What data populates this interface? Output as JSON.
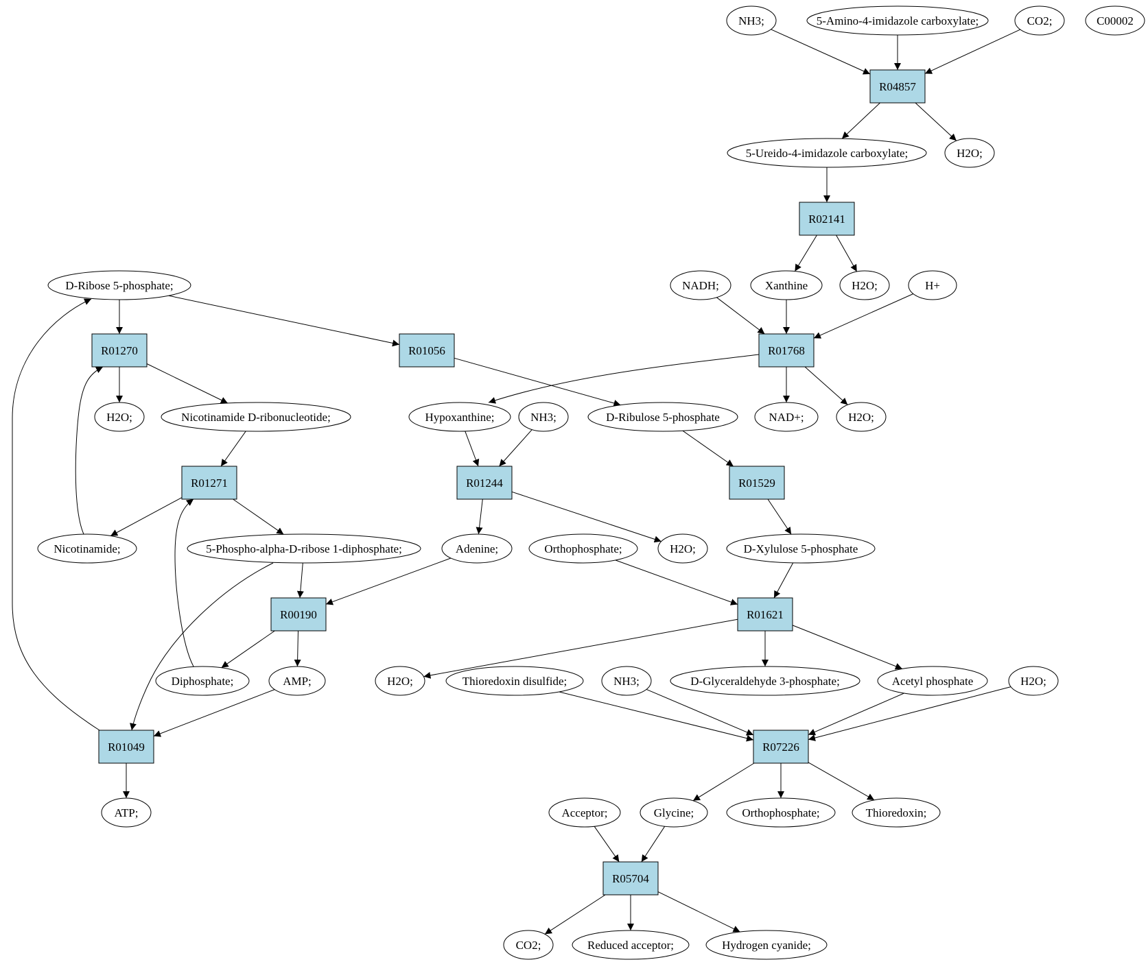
{
  "graph": {
    "colors": {
      "reaction_fill": "#add8e6",
      "source_highlight": "#00ee00",
      "target_highlight": "#ffff00",
      "compound_fill": "#ffffff"
    },
    "reactions": [
      {
        "id": "r04857",
        "label": "R04857"
      },
      {
        "id": "r02141",
        "label": "R02141"
      },
      {
        "id": "r01768",
        "label": "R01768"
      },
      {
        "id": "r01270",
        "label": "R01270"
      },
      {
        "id": "r01056",
        "label": "R01056"
      },
      {
        "id": "r01271",
        "label": "R01271"
      },
      {
        "id": "r01244",
        "label": "R01244"
      },
      {
        "id": "r01529",
        "label": "R01529"
      },
      {
        "id": "r00190",
        "label": "R00190"
      },
      {
        "id": "r01621",
        "label": "R01621"
      },
      {
        "id": "r01049",
        "label": "R01049"
      },
      {
        "id": "r07226",
        "label": "R07226"
      },
      {
        "id": "r05704",
        "label": "R05704"
      }
    ],
    "compounds": [
      {
        "id": "c_nh3_a",
        "label": "NH3;"
      },
      {
        "id": "c_aic",
        "label": "5-Amino-4-imidazole carboxylate;"
      },
      {
        "id": "c_co2_a",
        "label": "CO2;"
      },
      {
        "id": "c_c00002",
        "label": "C00002",
        "highlight": "target"
      },
      {
        "id": "c_uic",
        "label": "5-Ureido-4-imidazole carboxylate;"
      },
      {
        "id": "c_h2o_a",
        "label": "H2O;"
      },
      {
        "id": "c_r5p",
        "label": "D-Ribose 5-phosphate;",
        "highlight": "source"
      },
      {
        "id": "c_nadh",
        "label": "NADH;"
      },
      {
        "id": "c_xanthine",
        "label": "Xanthine"
      },
      {
        "id": "c_h2o_b",
        "label": "H2O;"
      },
      {
        "id": "c_hplus",
        "label": "H+"
      },
      {
        "id": "c_h2o_c",
        "label": "H2O;"
      },
      {
        "id": "c_nmn",
        "label": "Nicotinamide D-ribonucleotide;"
      },
      {
        "id": "c_hypoxanthine",
        "label": "Hypoxanthine;"
      },
      {
        "id": "c_nh3_b",
        "label": "NH3;"
      },
      {
        "id": "c_ru5p",
        "label": "D-Ribulose 5-phosphate"
      },
      {
        "id": "c_nad",
        "label": "NAD+;"
      },
      {
        "id": "c_h2o_d",
        "label": "H2O;"
      },
      {
        "id": "c_nicotinamide",
        "label": "Nicotinamide;"
      },
      {
        "id": "c_prpp",
        "label": "5-Phospho-alpha-D-ribose 1-diphosphate;"
      },
      {
        "id": "c_adenine",
        "label": "Adenine;"
      },
      {
        "id": "c_pi_a",
        "label": "Orthophosphate;"
      },
      {
        "id": "c_h2o_e",
        "label": "H2O;"
      },
      {
        "id": "c_xu5p",
        "label": "D-Xylulose 5-phosphate"
      },
      {
        "id": "c_ppi",
        "label": "Diphosphate;"
      },
      {
        "id": "c_amp",
        "label": "AMP;"
      },
      {
        "id": "c_h2o_f",
        "label": "H2O;"
      },
      {
        "id": "c_trx_ss",
        "label": "Thioredoxin disulfide;"
      },
      {
        "id": "c_nh3_c",
        "label": "NH3;"
      },
      {
        "id": "c_g3p",
        "label": "D-Glyceraldehyde 3-phosphate;"
      },
      {
        "id": "c_acp",
        "label": "Acetyl phosphate"
      },
      {
        "id": "c_h2o_g",
        "label": "H2O;"
      },
      {
        "id": "c_atp",
        "label": "ATP;"
      },
      {
        "id": "c_acceptor",
        "label": "Acceptor;"
      },
      {
        "id": "c_glycine",
        "label": "Glycine;"
      },
      {
        "id": "c_pi_b",
        "label": "Orthophosphate;"
      },
      {
        "id": "c_trx",
        "label": "Thioredoxin;"
      },
      {
        "id": "c_co2_b",
        "label": "CO2;"
      },
      {
        "id": "c_reduced_acceptor",
        "label": "Reduced acceptor;"
      },
      {
        "id": "c_hcn",
        "label": "Hydrogen cyanide;"
      }
    ],
    "edges": [
      [
        "c_nh3_a",
        "r04857"
      ],
      [
        "c_aic",
        "r04857"
      ],
      [
        "c_co2_a",
        "r04857"
      ],
      [
        "r04857",
        "c_uic"
      ],
      [
        "r04857",
        "c_h2o_a"
      ],
      [
        "c_uic",
        "r02141"
      ],
      [
        "r02141",
        "c_xanthine"
      ],
      [
        "r02141",
        "c_h2o_b"
      ],
      [
        "c_nadh",
        "r01768"
      ],
      [
        "c_xanthine",
        "r01768"
      ],
      [
        "c_hplus",
        "r01768"
      ],
      [
        "r01768",
        "c_hypoxanthine"
      ],
      [
        "r01768",
        "c_nad"
      ],
      [
        "r01768",
        "c_h2o_d"
      ],
      [
        "c_r5p",
        "r01270"
      ],
      [
        "c_r5p",
        "r01056"
      ],
      [
        "r01270",
        "c_h2o_c"
      ],
      [
        "r01270",
        "c_nmn"
      ],
      [
        "c_nicotinamide",
        "r01270"
      ],
      [
        "r01056",
        "c_ru5p"
      ],
      [
        "c_nmn",
        "r01271"
      ],
      [
        "r01271",
        "c_nicotinamide"
      ],
      [
        "r01271",
        "c_prpp"
      ],
      [
        "c_ppi",
        "r01271"
      ],
      [
        "c_hypoxanthine",
        "r01244"
      ],
      [
        "c_nh3_b",
        "r01244"
      ],
      [
        "r01244",
        "c_adenine"
      ],
      [
        "r01244",
        "c_h2o_e"
      ],
      [
        "c_ru5p",
        "r01529"
      ],
      [
        "r01529",
        "c_xu5p"
      ],
      [
        "c_prpp",
        "r00190"
      ],
      [
        "c_adenine",
        "r00190"
      ],
      [
        "r00190",
        "c_ppi"
      ],
      [
        "r00190",
        "c_amp"
      ],
      [
        "c_prpp",
        "r01049"
      ],
      [
        "c_amp",
        "r01049"
      ],
      [
        "r01049",
        "c_atp"
      ],
      [
        "r01049",
        "c_r5p"
      ],
      [
        "c_pi_a",
        "r01621"
      ],
      [
        "c_xu5p",
        "r01621"
      ],
      [
        "r01621",
        "c_h2o_f"
      ],
      [
        "r01621",
        "c_g3p"
      ],
      [
        "r01621",
        "c_acp"
      ],
      [
        "c_trx_ss",
        "r07226"
      ],
      [
        "c_nh3_c",
        "r07226"
      ],
      [
        "c_acp",
        "r07226"
      ],
      [
        "c_h2o_g",
        "r07226"
      ],
      [
        "r07226",
        "c_glycine"
      ],
      [
        "r07226",
        "c_pi_b"
      ],
      [
        "r07226",
        "c_trx"
      ],
      [
        "c_acceptor",
        "r05704"
      ],
      [
        "c_glycine",
        "r05704"
      ],
      [
        "r05704",
        "c_co2_b"
      ],
      [
        "r05704",
        "c_reduced_acceptor"
      ],
      [
        "r05704",
        "c_hcn"
      ]
    ]
  }
}
